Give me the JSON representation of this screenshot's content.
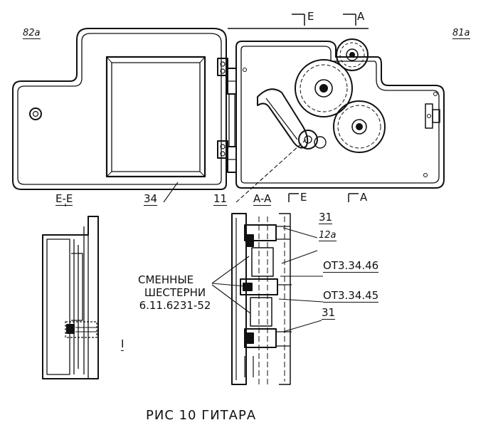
{
  "labels": {
    "ref_left_top": "82a",
    "ref_right_top": "81a",
    "cut_e_top": "E",
    "cut_a_top": "A",
    "section_ee": "E-E",
    "part_34": "34",
    "part_11": "11",
    "section_aa": "A-A",
    "cut_e_bottom": "E",
    "cut_a_bottom": "A",
    "part_31_top": "31",
    "part_12a": "12a",
    "part_ot_3346": "ОТ3.34.46",
    "part_ot_3345": "ОТ3.34.45",
    "part_31_bottom": "31",
    "view_mark": "I"
  },
  "note": {
    "line1": "СМЕННЫЕ",
    "line2": "ШЕСТЕРНИ",
    "line3": "6.11.6231-52"
  },
  "caption": "РИС 10  ГИТАРА"
}
